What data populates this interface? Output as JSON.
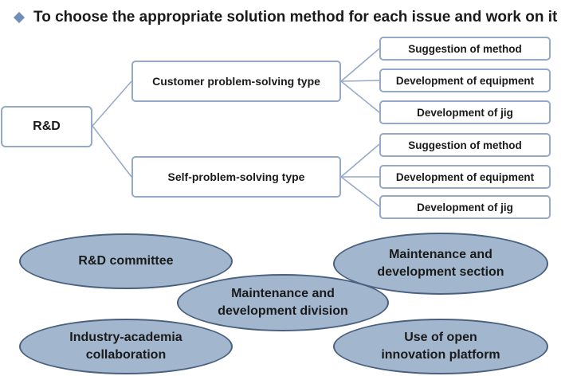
{
  "header": {
    "title": "To choose the appropriate solution method for each issue and work on it",
    "bullet_icon": "diamond-bullet-icon"
  },
  "tree": {
    "root": "R&D",
    "branches": [
      {
        "label": "Customer problem-solving type",
        "leaves": [
          "Suggestion of method",
          "Development of equipment",
          "Development of jig"
        ]
      },
      {
        "label": "Self-problem-solving type",
        "leaves": [
          "Suggestion of method",
          "Development of equipment",
          "Development of jig"
        ]
      }
    ]
  },
  "organizations": {
    "rd_committee": "R&D committee",
    "maintenance_section": [
      "Maintenance and",
      "development section"
    ],
    "maintenance_division": [
      "Maintenance and",
      "development division"
    ],
    "industry_academia": [
      "Industry-academia",
      "collaboration"
    ],
    "open_innovation": [
      "Use of open",
      "innovation platform"
    ]
  },
  "colors": {
    "box_border": "#95a9c7",
    "connector": "#95a9c7",
    "ellipse_fill": "#a2b7ce",
    "ellipse_border": "#4a607f",
    "bullet": "#6f8fb8"
  }
}
